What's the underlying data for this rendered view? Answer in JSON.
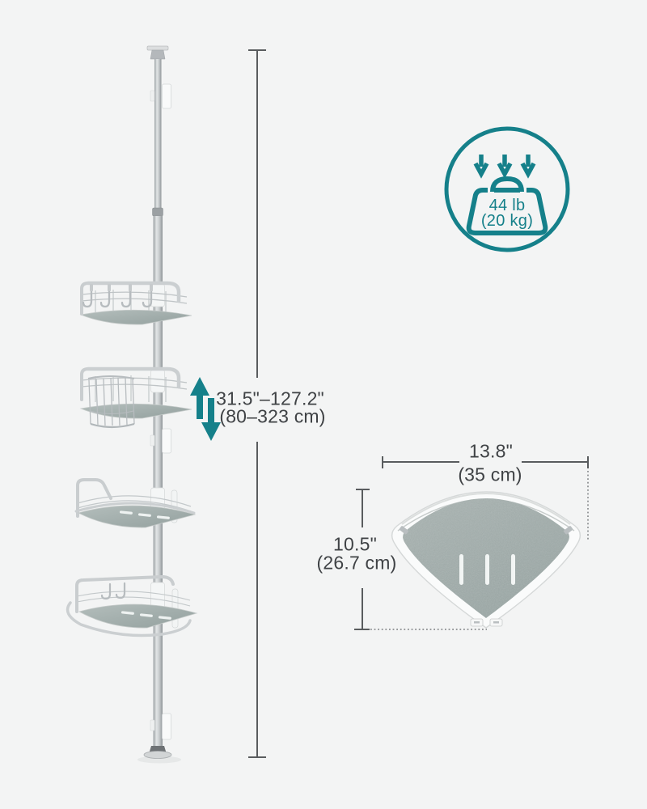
{
  "diagram": "product-dimension-diagram",
  "labels": {
    "height": {
      "imperial": "31.5\"–127.2\"",
      "metric": "(80–323 cm)"
    },
    "width": {
      "imperial": "13.8\"",
      "metric": "(35 cm)"
    },
    "depth": {
      "imperial": "10.5\"",
      "metric": "(26.7 cm)"
    },
    "max_load": {
      "imperial": "44 lb",
      "metric": "(20 kg)"
    }
  },
  "icons": {
    "weight_capacity": "weight-load-icon",
    "height_adjust": "up-down-arrows-icon"
  },
  "colors": {
    "accent_teal": "#15808A",
    "text": "#3F4245",
    "dimension_line": "#595C5E",
    "background": "#F3F4F4",
    "shelf_surface": "#A7B2B0",
    "metal_silver": "#C9CDCF"
  }
}
